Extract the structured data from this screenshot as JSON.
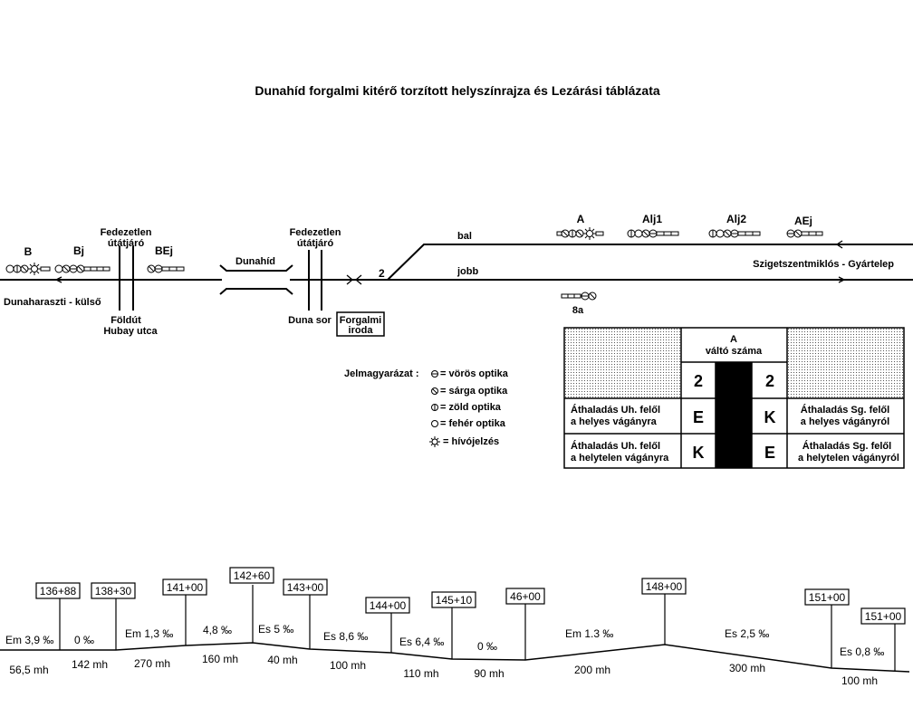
{
  "title": "Dunahíd forgalmi kitérő torzított helyszínrajza és Lezárási táblázata",
  "signals": {
    "B": "B",
    "Bj": "Bj",
    "BEj": "BEj",
    "A": "A",
    "Alj1": "Alj1",
    "Alj2": "Alj2",
    "AEj": "AEj",
    "s8a": "8a"
  },
  "labels": {
    "crossing_left_1": "Fedezetlen",
    "crossing_left_2": "útátjáró",
    "crossing_right_1": "Fedezetlen",
    "crossing_right_2": "útátjáró",
    "bridge": "Dunahíd",
    "switch_no": "2",
    "track_bal": "bal",
    "track_jobb": "jobb",
    "direction_right": "Szigetszentmiklós - Gyártelep",
    "direction_left": "Dunaharaszti - külső",
    "road_left_1": "Földút",
    "road_left_2": "Hubay utca",
    "road_right": "Duna sor",
    "office_1": "Forgalmi",
    "office_2": "iroda"
  },
  "legend": {
    "heading": "Jelmagyarázat :",
    "items": [
      {
        "icon": "red-optic-icon",
        "text": "= vörös optika"
      },
      {
        "icon": "yellow-optic-icon",
        "text": "= sárga optika"
      },
      {
        "icon": "green-optic-icon",
        "text": "= zöld optika"
      },
      {
        "icon": "white-optic-icon",
        "text": "= fehér optika"
      },
      {
        "icon": "call-signal-icon",
        "text": "= hívójelzés"
      }
    ]
  },
  "lock_table": {
    "header_signal": "A",
    "header_caption": "váltó száma",
    "switch_left": "2",
    "switch_right": "2",
    "rows": [
      {
        "left_1": "Áthaladás Uh. felől",
        "left_2": "a helyes vágányra",
        "left_val": "E",
        "right_val": "K",
        "right_1": "Áthaladás Sg. felől",
        "right_2": "a helyes vágányról"
      },
      {
        "left_1": "Áthaladás Uh. felől",
        "left_2": "a helytelen vágányra",
        "left_val": "K",
        "right_val": "E",
        "right_1": "Áthaladás Sg. felől",
        "right_2": "a helytelen vágányról"
      }
    ]
  },
  "profile": {
    "chainages": [
      "136+88",
      "138+30",
      "141+00",
      "142+60",
      "143+00",
      "144+00",
      "145+10",
      "46+00",
      "148+00",
      "151+00",
      "151+00"
    ],
    "gradients": [
      "Em 3,9 ‰",
      "0 ‰",
      "Em 1,3 ‰",
      "4,8 ‰",
      "Es 5 ‰",
      "Es 8,6 ‰",
      "Es 6,4 ‰",
      "0 ‰",
      "Em 1.3 ‰",
      "Es  2,5  ‰",
      "Es 0,8 ‰"
    ],
    "lengths": [
      "56,5 mh",
      "142 mh",
      "270 mh",
      "160 mh",
      "40 mh",
      "100 mh",
      "110 mh",
      "90 mh",
      "200 mh",
      "300 mh",
      "100 mh"
    ]
  }
}
